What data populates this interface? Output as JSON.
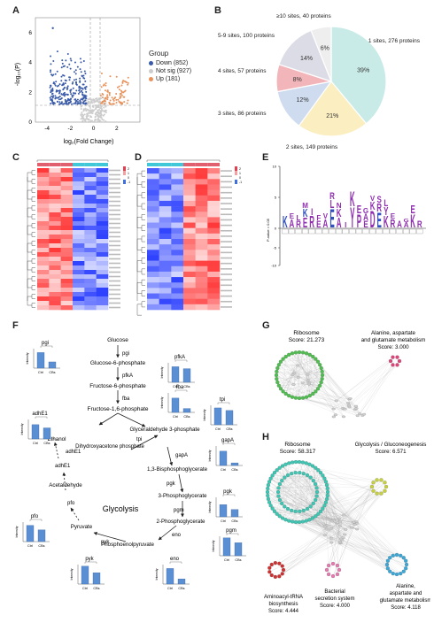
{
  "panels": {
    "A": "A",
    "B": "B",
    "C": "C",
    "D": "D",
    "E": "E",
    "F": "F",
    "G": "G",
    "H": "H"
  },
  "volcano": {
    "ylabel": "-log₁₀(P)",
    "xlabel": "log₂(Fold Change)",
    "legend_title": "Group",
    "legend": [
      {
        "label": "Down (852)",
        "color": "#3a5ba9"
      },
      {
        "label": "Not sig (927)",
        "color": "#cccccc"
      },
      {
        "label": "Up (181)",
        "color": "#e8915a"
      }
    ],
    "xticks": [
      "-4",
      "-2",
      "0",
      "2"
    ],
    "yticks": [
      "0",
      "2",
      "4",
      "6"
    ]
  },
  "chart_data": [
    {
      "type": "pie",
      "panel": "B",
      "slices": [
        {
          "label": "1 sites, 276 proteins",
          "pct": 39,
          "color": "#c9ebe8"
        },
        {
          "label": "2 sites, 149 proteins",
          "pct": 21,
          "color": "#fbeec0"
        },
        {
          "label": "3 sites, 86 proteins",
          "pct": 12,
          "color": "#cfdcf0"
        },
        {
          "label": "4 sites, 57 proteins",
          "pct": 8,
          "color": "#f2b6ba"
        },
        {
          "label": "5-9 sites, 100 proteins",
          "pct": 14,
          "color": "#dcdce6"
        },
        {
          "label": "≥10 sites, 40 proteins",
          "pct": 6,
          "color": "#eeeeee"
        }
      ]
    },
    {
      "type": "bar",
      "panel": "F",
      "ylabel": "Intensity",
      "groups": [
        {
          "name": "pgi",
          "categories": [
            "Ctrl",
            "CBs"
          ],
          "values": [
            20000,
            8000
          ],
          "ymax": 25000
        },
        {
          "name": "pfkA",
          "categories": [
            "Ctrl",
            "CBs"
          ],
          "values": [
            3200,
            2800
          ],
          "ymax": 4000
        },
        {
          "name": "fba",
          "categories": [
            "Ctrl",
            "CBs"
          ],
          "values": [
            22000,
            6000
          ],
          "ymax": 30000
        },
        {
          "name": "tpi",
          "categories": [
            "Ctrl",
            "CBs"
          ],
          "values": [
            13000,
            11000
          ],
          "ymax": 15000
        },
        {
          "name": "adhE1",
          "categories": [
            "Ctrl",
            "CBs"
          ],
          "values": [
            11000,
            8500
          ],
          "ymax": 15000
        },
        {
          "name": "gapA",
          "categories": [
            "Ctrl",
            "CBs"
          ],
          "values": [
            11000,
            2000
          ],
          "ymax": 15000
        },
        {
          "name": "pgk",
          "categories": [
            "Ctrl",
            "CBs"
          ],
          "values": [
            5000,
            3000
          ],
          "ymax": 8000
        },
        {
          "name": "pfo",
          "categories": [
            "Ctrl",
            "CBs"
          ],
          "values": [
            25000,
            18000
          ],
          "ymax": 30000
        },
        {
          "name": "pgm",
          "categories": [
            "Ctrl",
            "CBs"
          ],
          "values": [
            5500,
            4000
          ],
          "ymax": 6000
        },
        {
          "name": "pyk",
          "categories": [
            "Ctrl",
            "CBs"
          ],
          "values": [
            5500,
            3500
          ],
          "ymax": 6000
        },
        {
          "name": "eno",
          "categories": [
            "Ctrl",
            "CBs"
          ],
          "values": [
            12000,
            4000
          ],
          "ymax": 15000
        }
      ]
    }
  ],
  "pathway": {
    "title": "Glycolysis",
    "metabolites": [
      "Glucose",
      "Glucose-6-phosphate",
      "Fructose-6-phosphate",
      "Fructose-1,6-phosphate",
      "Glyceraldehyde 3-phosphate",
      "Dihydroxyacetone phosphate",
      "1,3-Bisphosphoglycerate",
      "3-Phosphoglycerate",
      "2-Phosphoglycerate",
      "Phosphoenolpyruvate",
      "Pyruvate",
      "Acetaldehyde",
      "Ethanol"
    ],
    "enzymes": [
      "pgi",
      "pfkA",
      "fba",
      "tpi",
      "gapA",
      "pgk",
      "pgm",
      "eno",
      "pyk",
      "pfo",
      "adhE1",
      "adhE1"
    ]
  },
  "network_g": {
    "modules": [
      {
        "name": "Ribosome",
        "score": "Score: 21.273",
        "color": "#4fc04f"
      },
      {
        "name": "Alanine, aspartate and glutamate metabolism",
        "score": "Score: 3.000",
        "color": "#e0457c"
      }
    ]
  },
  "network_h": {
    "modules": [
      {
        "name": "Ribosome",
        "score": "Score: 58.317",
        "color": "#3cc8b4"
      },
      {
        "name": "Glycolysis / Gluconeogenesis",
        "score": "Score: 6.571",
        "color": "#c8d23c"
      },
      {
        "name": "Aminoacyl-tRNA biosynthesis",
        "score": "Score: 4.444",
        "color": "#d03030"
      },
      {
        "name": "Bacterial secretion system",
        "score": "Score: 4.000",
        "color": "#e87ab0"
      },
      {
        "name": "Alanine, aspartate and glutamate metabolism",
        "score": "Score: 4.118",
        "color": "#3aa8d8"
      }
    ]
  },
  "heatmap": {
    "c_colorbar": [
      " 2",
      " 1",
      " 0",
      "-1"
    ],
    "d_colorbar": [
      " 2",
      " 1",
      " 0",
      "-1"
    ]
  },
  "motif": {
    "ylabel": "P-value = 0.05",
    "yticks": [
      "10",
      "5",
      "0",
      "-5",
      "-10"
    ]
  }
}
